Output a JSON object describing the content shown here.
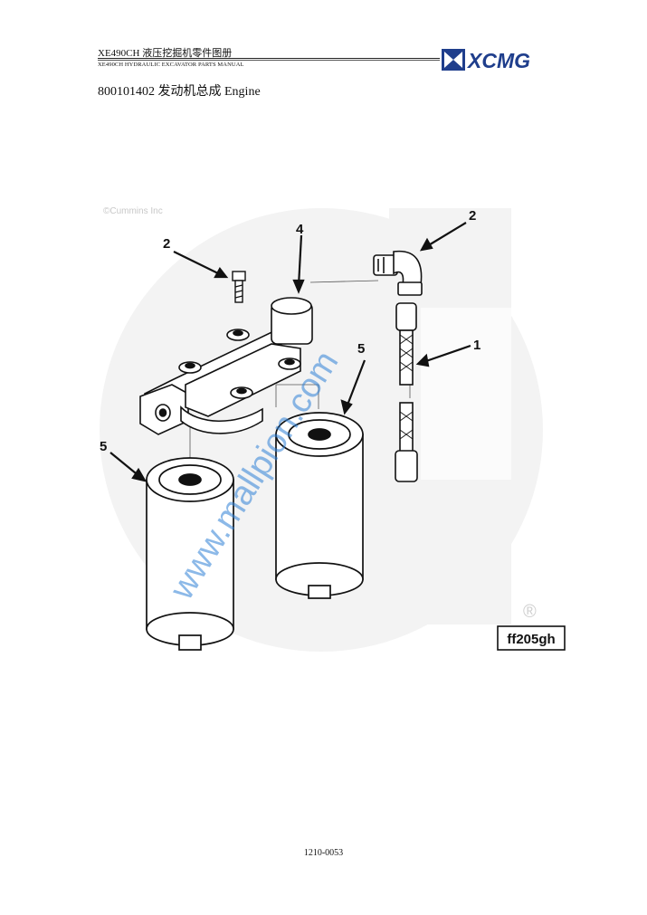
{
  "header": {
    "title_cn": "XE490CH  液压挖掘机零件图册",
    "title_en": "XE490CH HYDRAULIC EXCAVATOR PARTS MANUAL",
    "logo_text": "XCMG",
    "brand_color": "#1f3e8c"
  },
  "page_title": "800101402 发动机总成 Engine",
  "diagram": {
    "copyright": "©Cummins Inc",
    "watermark": "www.mallpion.com",
    "registered_mark": "®",
    "figure_code": "ff205gh",
    "callouts": {
      "c1": "1",
      "c2_left": "2",
      "c2_right": "2",
      "c4": "4",
      "c5_left": "5",
      "c5_right": "5"
    }
  },
  "footer": {
    "page_number": "1210-0053"
  }
}
